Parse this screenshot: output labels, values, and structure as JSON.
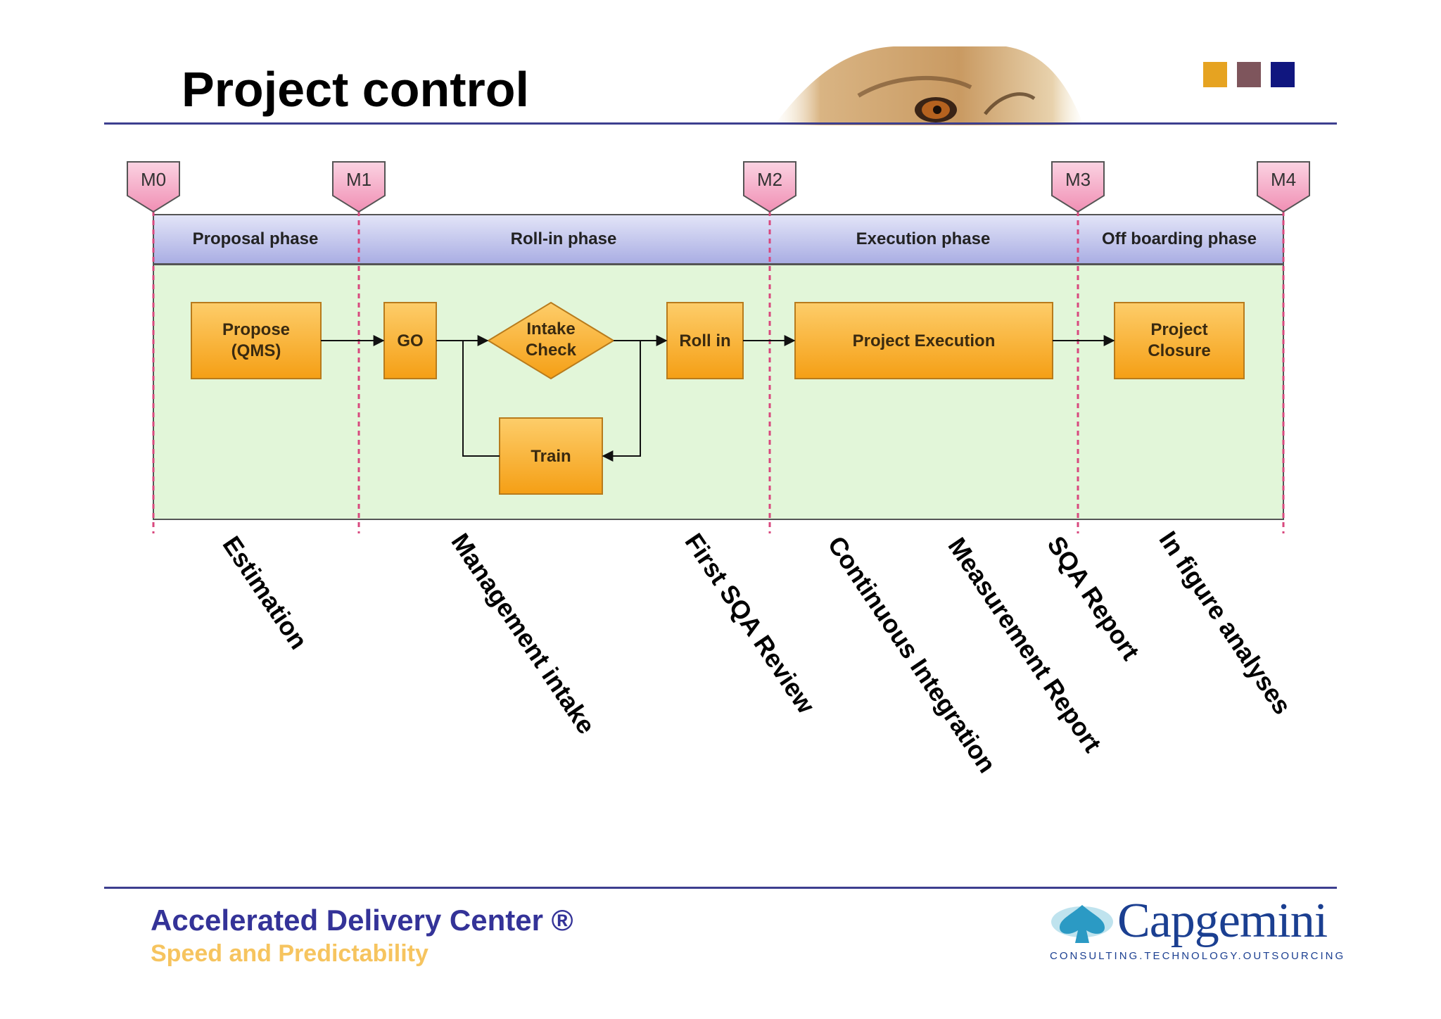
{
  "slide": {
    "title": "Project control"
  },
  "brand": {
    "colors": [
      "#e6a321",
      "#7e555c",
      "#10167f"
    ]
  },
  "diagram": {
    "milestones": [
      "M0",
      "M1",
      "M2",
      "M3",
      "M4"
    ],
    "phases": [
      "Proposal phase",
      "Roll-in phase",
      "Execution phase",
      "Off boarding phase"
    ],
    "nodes": {
      "propose": [
        "Propose",
        "(QMS)"
      ],
      "go": "GO",
      "intake": [
        "Intake",
        "Check"
      ],
      "roll_in": "Roll in",
      "train": "Train",
      "execution": "Project Execution",
      "closure": [
        "Project",
        "Closure"
      ]
    }
  },
  "activities": [
    "Estimation",
    "Management intake",
    "First SQA Review",
    "Continuous Integration",
    "Measurement Report",
    "SQA Report",
    "In figure analyses"
  ],
  "footer": {
    "title": "Accelerated Delivery Center ®",
    "subtitle": "Speed and Predictability"
  },
  "logo": {
    "name": "Capgemini",
    "tagline": "CONSULTING.TECHNOLOGY.OUTSOURCING"
  }
}
